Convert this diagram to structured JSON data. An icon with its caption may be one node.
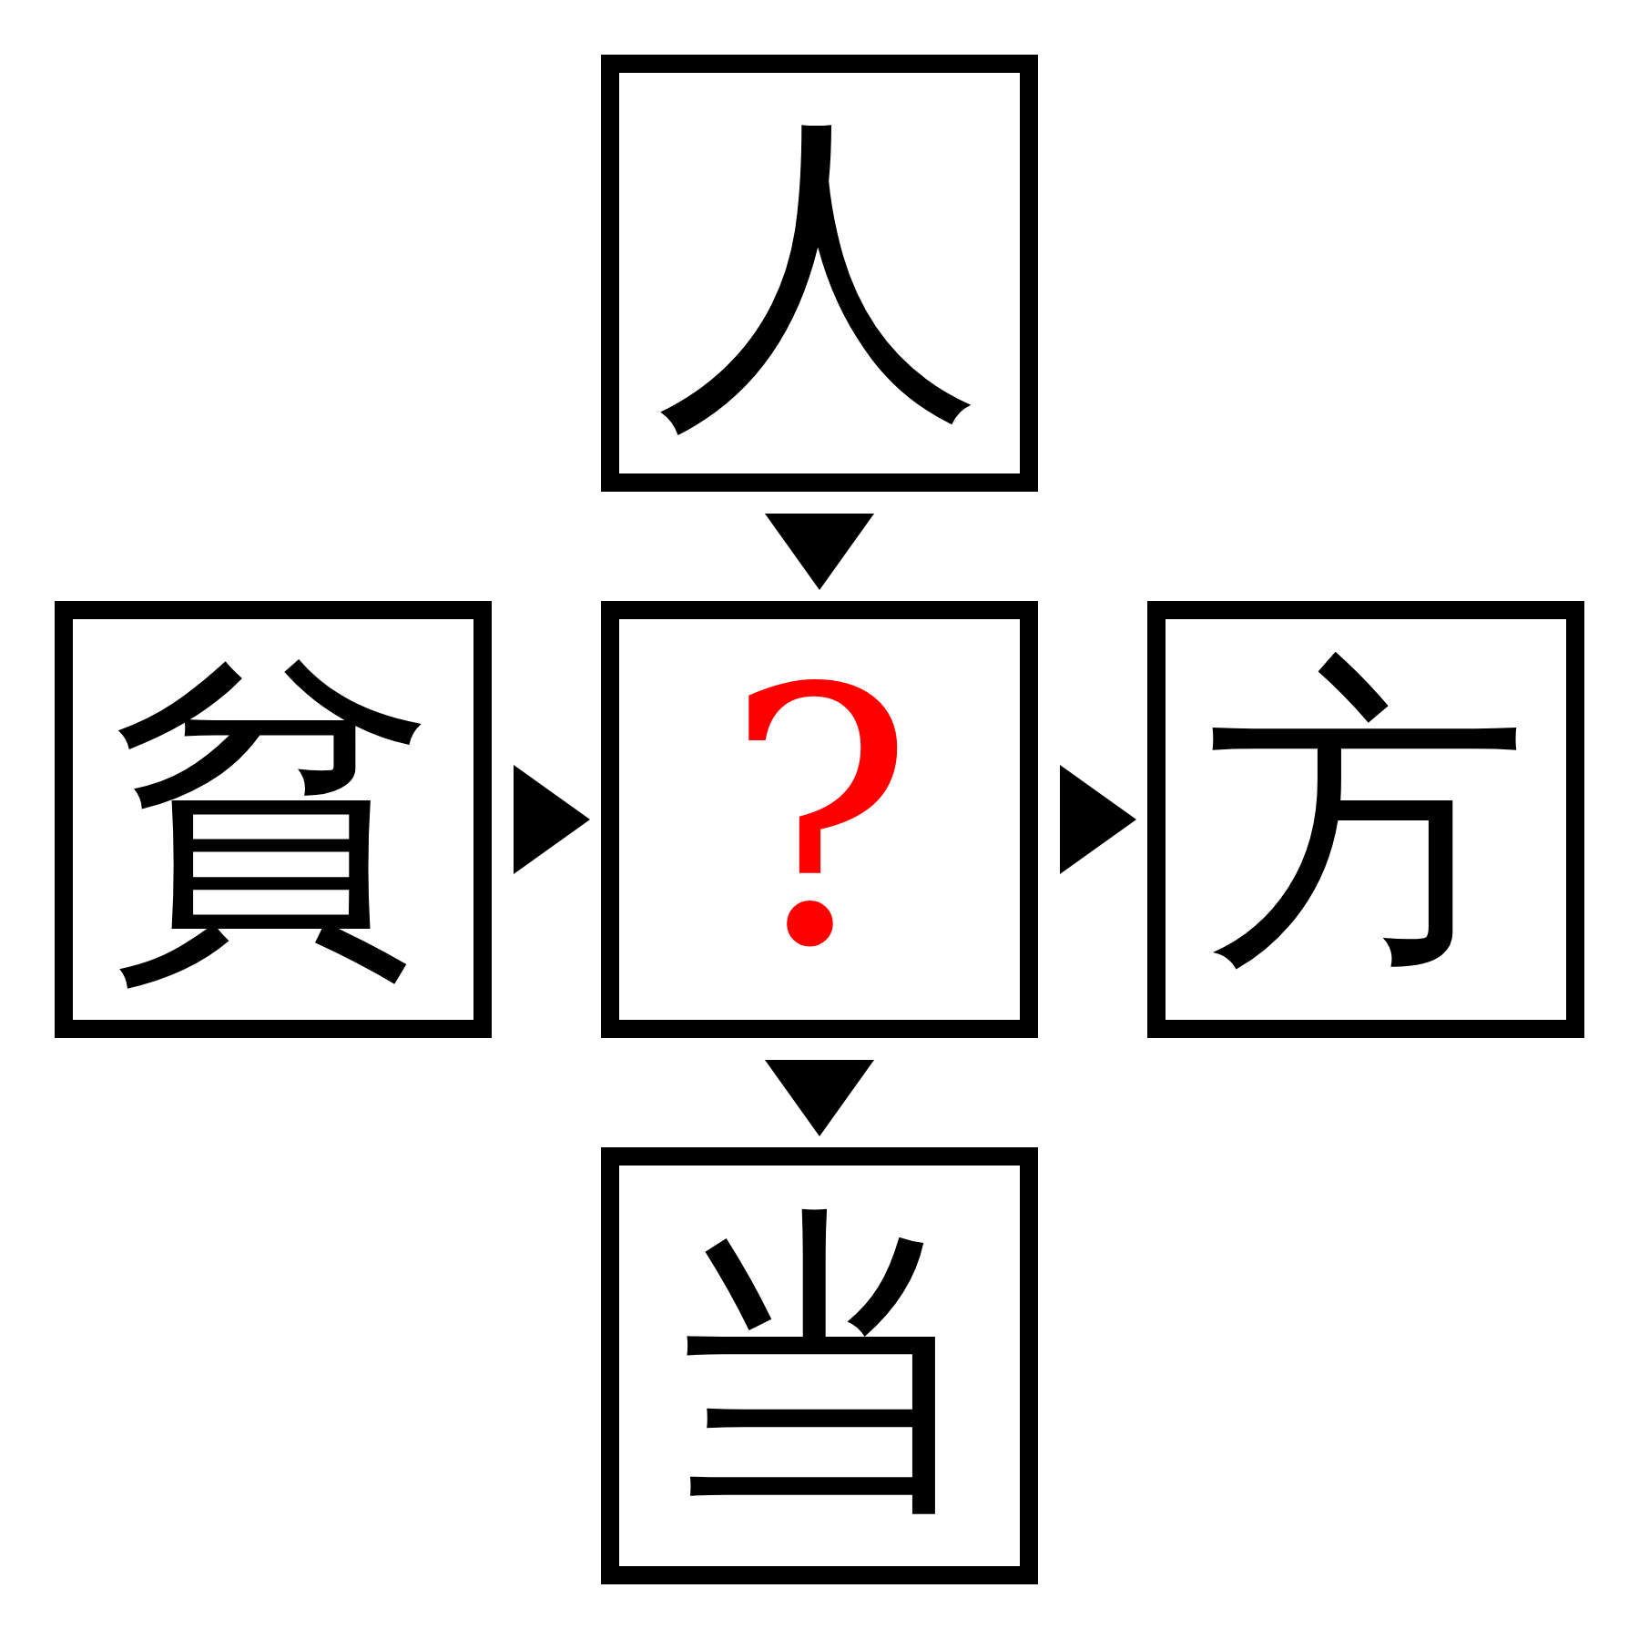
{
  "diagram": {
    "nodes": [
      {
        "text": [
          "人"
        ]
      },
      {
        "text": [
          "貧"
        ]
      },
      {
        "text": [
          "?"
        ]
      },
      {
        "text": [
          "方"
        ]
      },
      {
        "text": [
          "当"
        ]
      }
    ],
    "edges": [
      {
        "from": 0,
        "to": 2,
        "arrow": "to"
      },
      {
        "from": 1,
        "to": 2,
        "arrow": "to"
      },
      {
        "from": 2,
        "to": 3,
        "arrow": "to"
      },
      {
        "from": 2,
        "to": 4,
        "arrow": "to"
      }
    ]
  }
}
